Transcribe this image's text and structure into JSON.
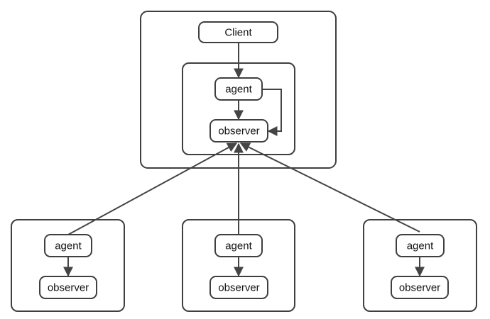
{
  "colors": {
    "stroke": "#3f3f3f",
    "edge": "#444444",
    "text": "#111111",
    "background": "#ffffff"
  },
  "nodes": {
    "client": "Client",
    "server_agent": "agent",
    "server_observer": "observer",
    "left_agent": "agent",
    "left_observer": "observer",
    "middle_agent": "agent",
    "middle_observer": "observer",
    "right_agent": "agent",
    "right_observer": "observer"
  },
  "edges": [
    {
      "from": "client",
      "to": "server_agent"
    },
    {
      "from": "server_agent",
      "to": "server_observer"
    },
    {
      "from": "server_agent",
      "to": "server_observer",
      "route": "loop-right"
    },
    {
      "from": "left_agent",
      "to": "left_observer"
    },
    {
      "from": "middle_agent",
      "to": "middle_observer"
    },
    {
      "from": "right_agent",
      "to": "right_observer"
    },
    {
      "from": "left_agent",
      "to": "server_observer"
    },
    {
      "from": "middle_agent",
      "to": "server_observer"
    },
    {
      "from": "right_agent",
      "to": "server_observer"
    }
  ]
}
